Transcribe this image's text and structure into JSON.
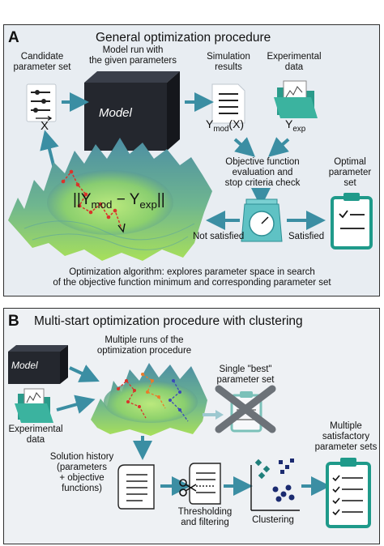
{
  "panel_a": {
    "letter": "A",
    "title": "General optimization procedure",
    "candidate_label_1": "Candidate",
    "candidate_label_2": "parameter set",
    "candidate_symbol": "X",
    "model_run_label_1": "Model run with",
    "model_run_label_2": "the given parameters",
    "model_box_text": "Model",
    "simulation_label_1": "Simulation",
    "simulation_label_2": "results",
    "experimental_label_1": "Experimental",
    "experimental_label_2": "data",
    "y_mod": "Y",
    "y_mod_sub": "mod",
    "y_mod_arg": "(X)",
    "y_exp": "Y",
    "y_exp_sub": "exp",
    "objective_label_1": "Objective function",
    "objective_label_2": "evaluation and",
    "objective_label_3": "stop criteria check",
    "optimal_label_1": "Optimal",
    "optimal_label_2": "parameter",
    "optimal_label_3": "set",
    "formula_open": "||Y",
    "formula_mod": "mod",
    "formula_minus": " − Y",
    "formula_exp": "exp",
    "formula_close": "||",
    "not_satisfied": "Not satisfied",
    "satisfied": "Satisfied",
    "algorithm_line_1": "Optimization algorithm: explores parameter space in search",
    "algorithm_line_2": "of the objective function minimum and corresponding parameter set"
  },
  "panel_b": {
    "letter": "B",
    "title": "Multi-start optimization procedure with clustering",
    "model_box_text": "Model",
    "multiple_runs_1": "Multiple runs of the",
    "multiple_runs_2": "optimization procedure",
    "single_best_1": "Single \"best\"",
    "single_best_2": "parameter set",
    "experimental_1": "Experimental",
    "experimental_2": "data",
    "solution_history_1": "Solution history",
    "solution_history_2": "(parameters",
    "solution_history_3": "+ objective",
    "solution_history_4": "functions)",
    "multiple_sets_1": "Multiple",
    "multiple_sets_2": "satisfactory",
    "multiple_sets_3": "parameter sets",
    "thresholding_1": "Thresholding",
    "thresholding_2": "and filtering",
    "clustering": "Clustering"
  },
  "colors": {
    "teal_arrow": "#3b8ea3",
    "teal_light": "#9cc8d0",
    "clipboard_border": "#1f9a8a",
    "landscape_peak": "#4c8ea4",
    "landscape_valley": "#a8e05a",
    "path_red": "#d9342b",
    "path_orange": "#ea7b2a",
    "path_blue": "#3a48b8",
    "cluster_teal": "#1f7f7a",
    "cluster_navy": "#1b2b70"
  }
}
